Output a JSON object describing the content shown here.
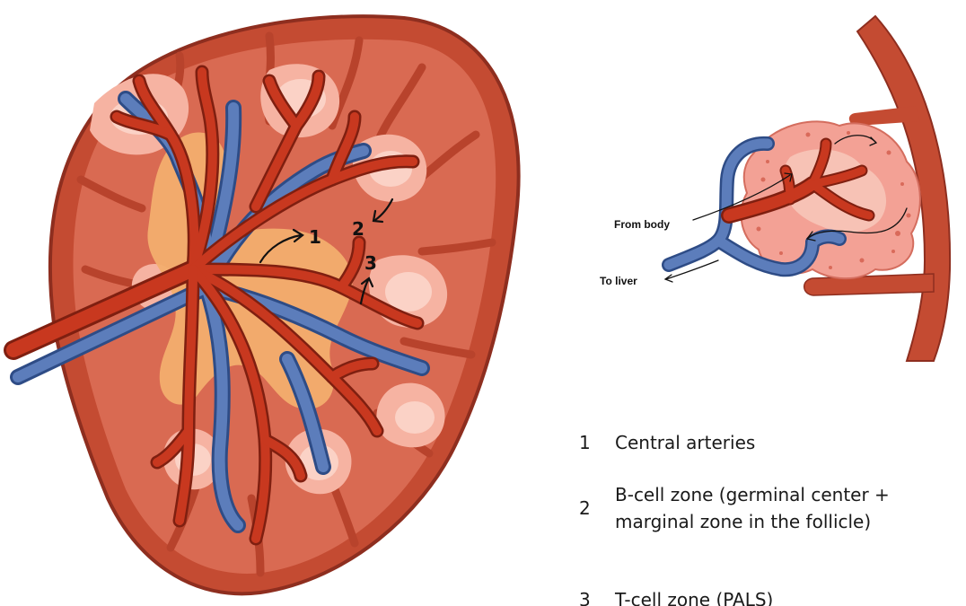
{
  "colors": {
    "capsule": "#C44B32",
    "capsule_dark": "#8E2E1F",
    "pulp": "#D96A52",
    "follicle": "#F6B3A2",
    "follicle_light": "#FBD2C6",
    "pals": "#F3AE6E",
    "artery": "#C8381F",
    "artery_dark": "#7F1F10",
    "vein": "#5C7DBB",
    "vein_dark": "#2E4C86"
  },
  "diagram": {
    "markers": [
      "1",
      "2",
      "3"
    ],
    "inset": {
      "from_label": "From body",
      "to_label": "To liver"
    }
  },
  "legend": [
    {
      "num": "1",
      "text": "Central arteries"
    },
    {
      "num": "2",
      "text": "B-cell zone (germinal center + marginal zone in the follicle)"
    },
    {
      "num": "3",
      "text": "T-cell zone (PALS)"
    }
  ]
}
